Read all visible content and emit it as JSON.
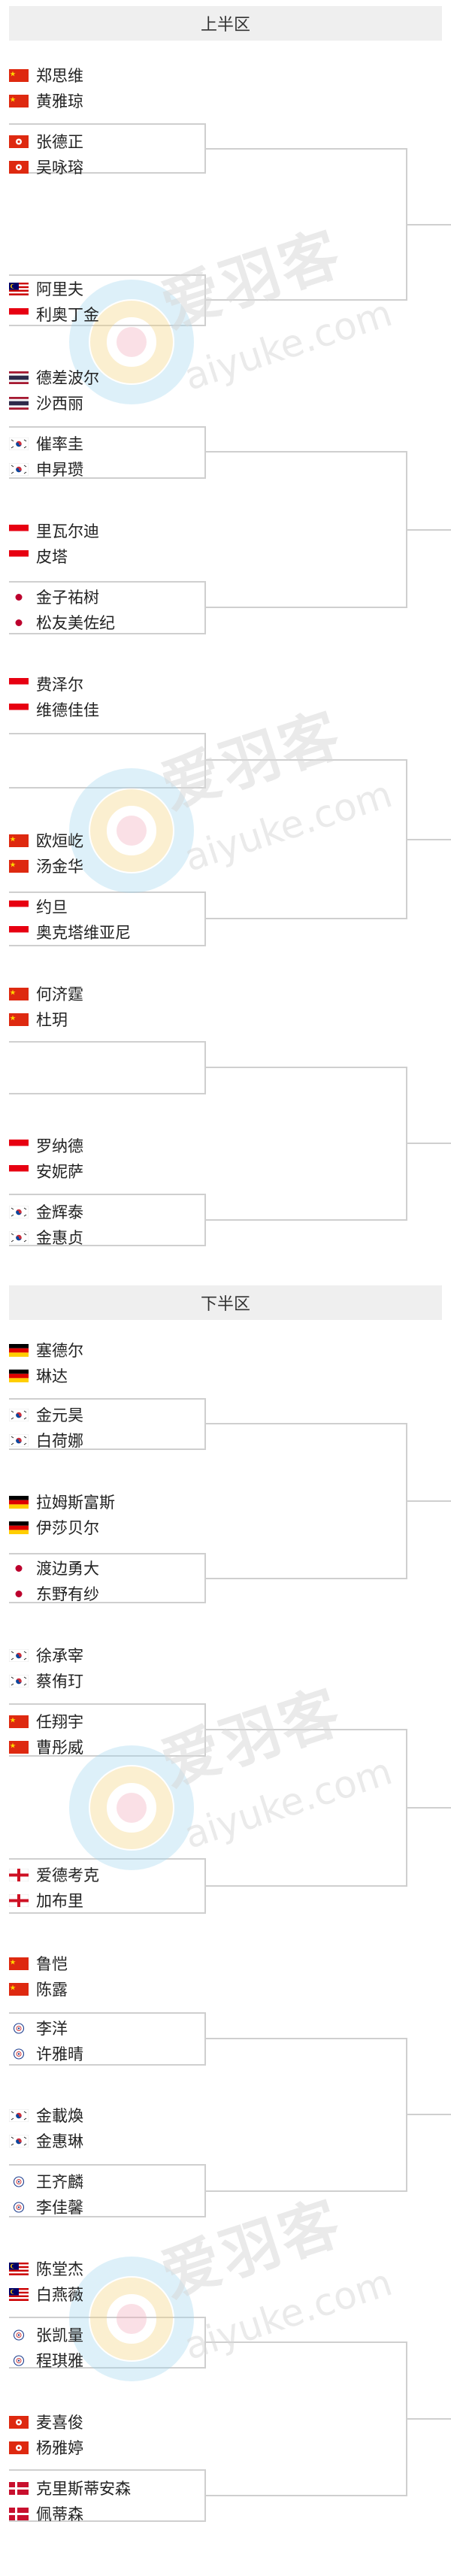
{
  "top_half": {
    "title": "上半区",
    "players": [
      {
        "name": "郑思维",
        "flag": "cn"
      },
      {
        "name": "黄雅琼",
        "flag": "cn"
      },
      {
        "name": "张德正",
        "flag": "hk"
      },
      {
        "name": "吴咏瑢",
        "flag": "hk"
      },
      {
        "name": "阿里夫",
        "flag": "my"
      },
      {
        "name": "利奥丁金",
        "flag": "id"
      },
      {
        "name": "德差波尔",
        "flag": "th"
      },
      {
        "name": "沙西丽",
        "flag": "th"
      },
      {
        "name": "催率圭",
        "flag": "kr"
      },
      {
        "name": "申昇瓒",
        "flag": "kr"
      },
      {
        "name": "里瓦尔迪",
        "flag": "id"
      },
      {
        "name": "皮塔",
        "flag": "id"
      },
      {
        "name": "金子祐树",
        "flag": "jp"
      },
      {
        "name": "松友美佐纪",
        "flag": "jp"
      },
      {
        "name": "费泽尔",
        "flag": "id"
      },
      {
        "name": "维德佳佳",
        "flag": "id"
      },
      {
        "name": "欧烜屹",
        "flag": "cn"
      },
      {
        "name": "汤金华",
        "flag": "cn"
      },
      {
        "name": "约旦",
        "flag": "id"
      },
      {
        "name": "奥克塔维亚尼",
        "flag": "id"
      },
      {
        "name": "何济霆",
        "flag": "cn"
      },
      {
        "name": "杜玥",
        "flag": "cn"
      },
      {
        "name": "罗纳德",
        "flag": "id"
      },
      {
        "name": "安妮萨",
        "flag": "id"
      },
      {
        "name": "金辉泰",
        "flag": "kr"
      },
      {
        "name": "金惠贞",
        "flag": "kr"
      }
    ]
  },
  "bottom_half": {
    "title": "下半区",
    "players": [
      {
        "name": "塞德尔",
        "flag": "de"
      },
      {
        "name": "琳达",
        "flag": "de"
      },
      {
        "name": "金元昊",
        "flag": "kr"
      },
      {
        "name": "白荷娜",
        "flag": "kr"
      },
      {
        "name": "拉姆斯富斯",
        "flag": "de"
      },
      {
        "name": "伊莎贝尔",
        "flag": "de"
      },
      {
        "name": "渡边勇大",
        "flag": "jp"
      },
      {
        "name": "东野有纱",
        "flag": "jp"
      },
      {
        "name": "徐承宰",
        "flag": "kr"
      },
      {
        "name": "蔡侑玎",
        "flag": "kr"
      },
      {
        "name": "任翔宇",
        "flag": "cn"
      },
      {
        "name": "曹彤威",
        "flag": "cn"
      },
      {
        "name": "爱德考克",
        "flag": "en"
      },
      {
        "name": "加布里",
        "flag": "en"
      },
      {
        "name": "鲁恺",
        "flag": "cn"
      },
      {
        "name": "陈露",
        "flag": "cn"
      },
      {
        "name": "李洋",
        "flag": "tw"
      },
      {
        "name": "许雅晴",
        "flag": "tw"
      },
      {
        "name": "金載煥",
        "flag": "kr"
      },
      {
        "name": "金惠琳",
        "flag": "kr"
      },
      {
        "name": "王齐麟",
        "flag": "tw"
      },
      {
        "name": "李佳馨",
        "flag": "tw"
      },
      {
        "name": "陈堂杰",
        "flag": "my"
      },
      {
        "name": "白燕薇",
        "flag": "my"
      },
      {
        "name": "张凯量",
        "flag": "tw"
      },
      {
        "name": "程琪雅",
        "flag": "tw"
      },
      {
        "name": "麦喜俊",
        "flag": "hk"
      },
      {
        "name": "杨雅婷",
        "flag": "hk"
      },
      {
        "name": "克里斯蒂安森",
        "flag": "dk"
      },
      {
        "name": "佩蒂森",
        "flag": "dk"
      }
    ]
  },
  "watermark": {
    "cn": "爱羽客",
    "en": "aiyuke.com"
  }
}
